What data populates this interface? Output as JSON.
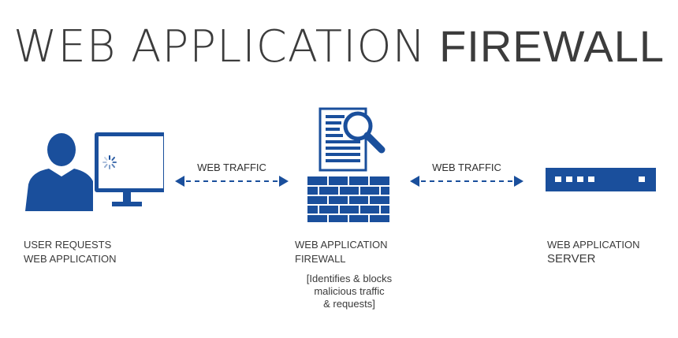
{
  "title": {
    "light": "WEB APPLICATION",
    "bold": "FIREWALL"
  },
  "colors": {
    "accent": "#1a4f9c",
    "text": "#3a3a3a"
  },
  "icons": {
    "user": "user-at-computer-icon",
    "firewall": "document-magnifier-brickwall-icon",
    "server": "server-rack-icon"
  },
  "left_arrow": {
    "label": "WEB TRAFFIC"
  },
  "right_arrow": {
    "label": "WEB TRAFFIC"
  },
  "user": {
    "line1": "USER REQUESTS",
    "line2": "WEB APPLICATION"
  },
  "firewall": {
    "line1": "WEB APPLICATION",
    "line2": "FIREWALL",
    "note1": "[Identifies & blocks",
    "note2": "malicious traffic",
    "note3": "& requests]"
  },
  "server": {
    "line1": "WEB APPLICATION",
    "line2": "SERVER"
  }
}
